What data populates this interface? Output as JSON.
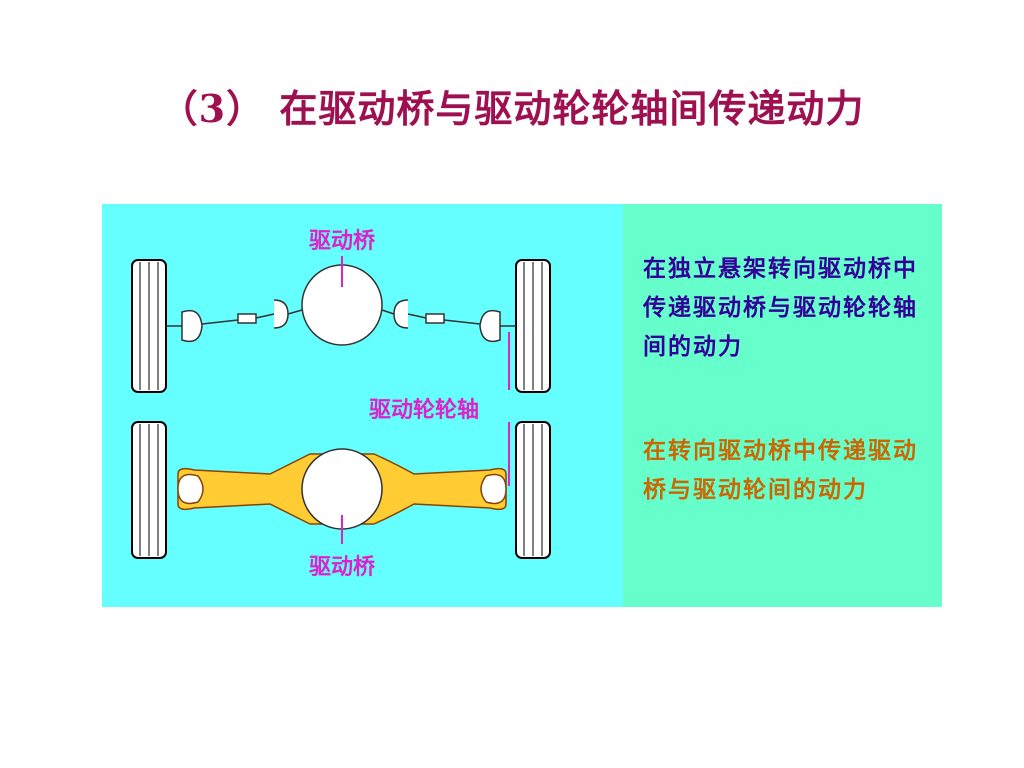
{
  "title": "（3）  在驱动桥与驱动轮轮轴间传递动力",
  "diagram": {
    "labels": {
      "top_axle": "驱动桥",
      "wheel_axle": "驱动轮轮轴",
      "bottom_axle": "驱动桥"
    },
    "captions": {
      "independent": "在独立悬架转向驱动桥中传递驱动桥与驱动轮轮轴间的动力",
      "steer": "在转向驱动桥中传递驱动桥与驱动轮间的动力"
    },
    "colors": {
      "left_panel": "#66ffff",
      "right_panel": "#66ffcc",
      "title": "#9e1050",
      "label": "#dd22cc",
      "caption_1": "#330099",
      "caption_2": "#cc6600",
      "axle_housing": "#ffcc33"
    }
  }
}
